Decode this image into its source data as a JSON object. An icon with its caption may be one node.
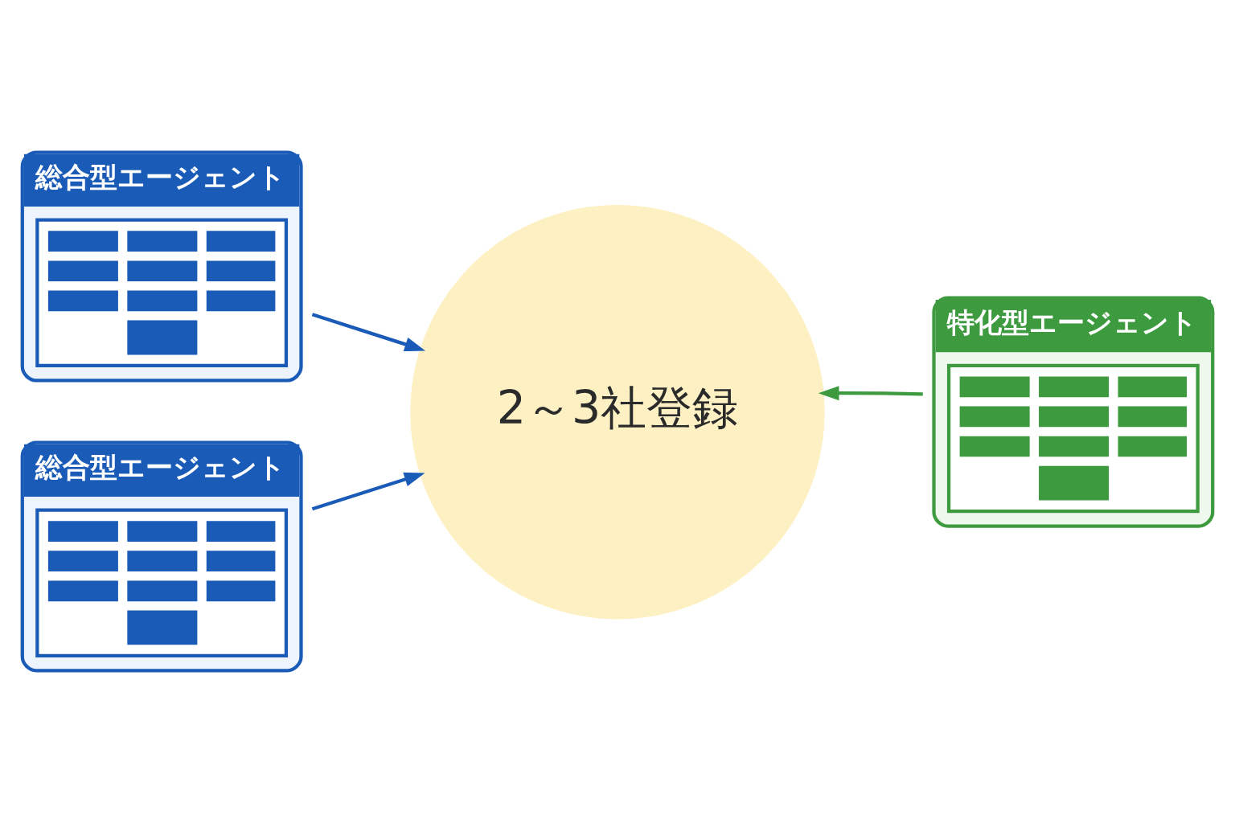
{
  "diagram": {
    "nodes": [
      {
        "text": [
          "総合型エージェント"
        ]
      },
      {
        "text": [
          "総合型エージェント"
        ]
      },
      {
        "text": [
          "2～3社登録"
        ]
      },
      {
        "text": [
          "特化型エージェント"
        ]
      }
    ],
    "edges": [
      {
        "from": 0,
        "to": 2,
        "arrow": "to"
      },
      {
        "from": 1,
        "to": 2,
        "arrow": "to"
      },
      {
        "from": 3,
        "to": 2,
        "arrow": "to",
        "color": "#3d9a3f"
      }
    ]
  }
}
